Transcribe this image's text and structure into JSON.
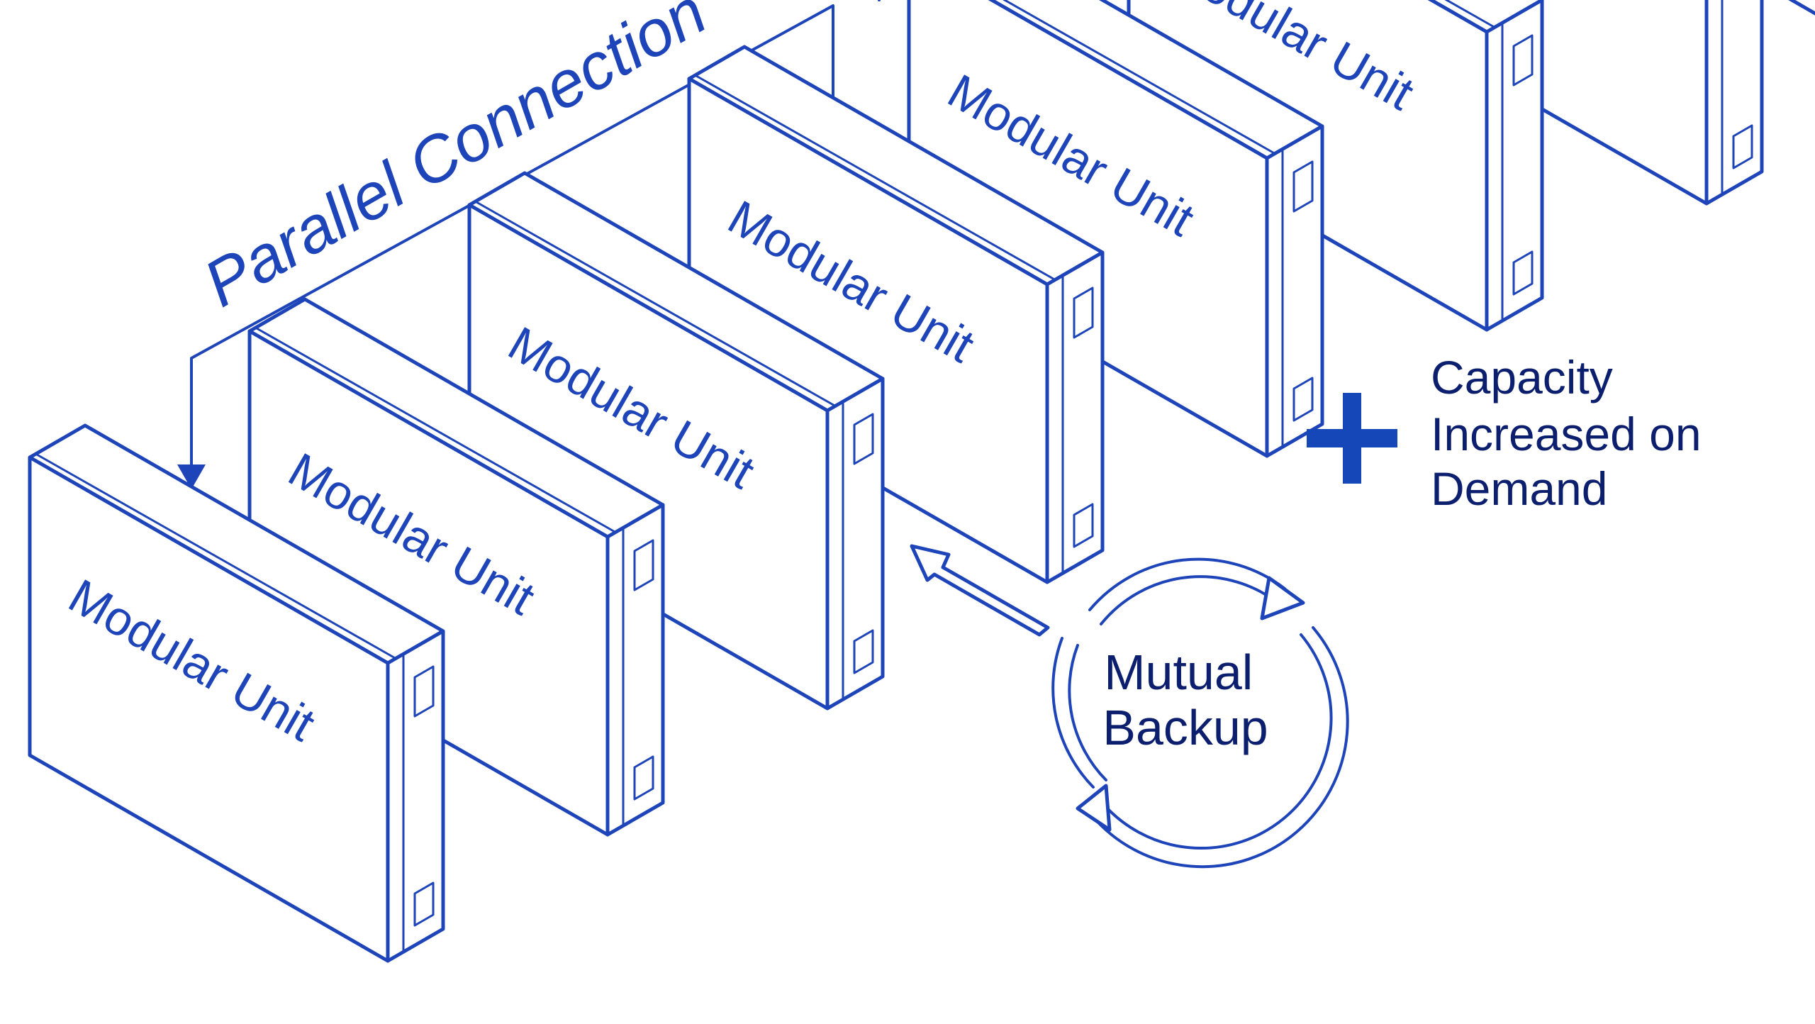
{
  "diagram": {
    "title": "Parallel Connection",
    "unit_label": "Modular Unit",
    "unit_count": 8,
    "capacity_lines": [
      "Capacity",
      "Increased on",
      "Demand"
    ],
    "backup_lines": [
      "Mutual",
      "Backup"
    ],
    "colors": {
      "line": "#1d44b8",
      "text_dark": "#0c1f6e",
      "plus": "#1547b8",
      "background": "#ffffff"
    },
    "icons": [
      "plus-icon",
      "cycle-arrows-icon",
      "arrow-icon"
    ]
  }
}
